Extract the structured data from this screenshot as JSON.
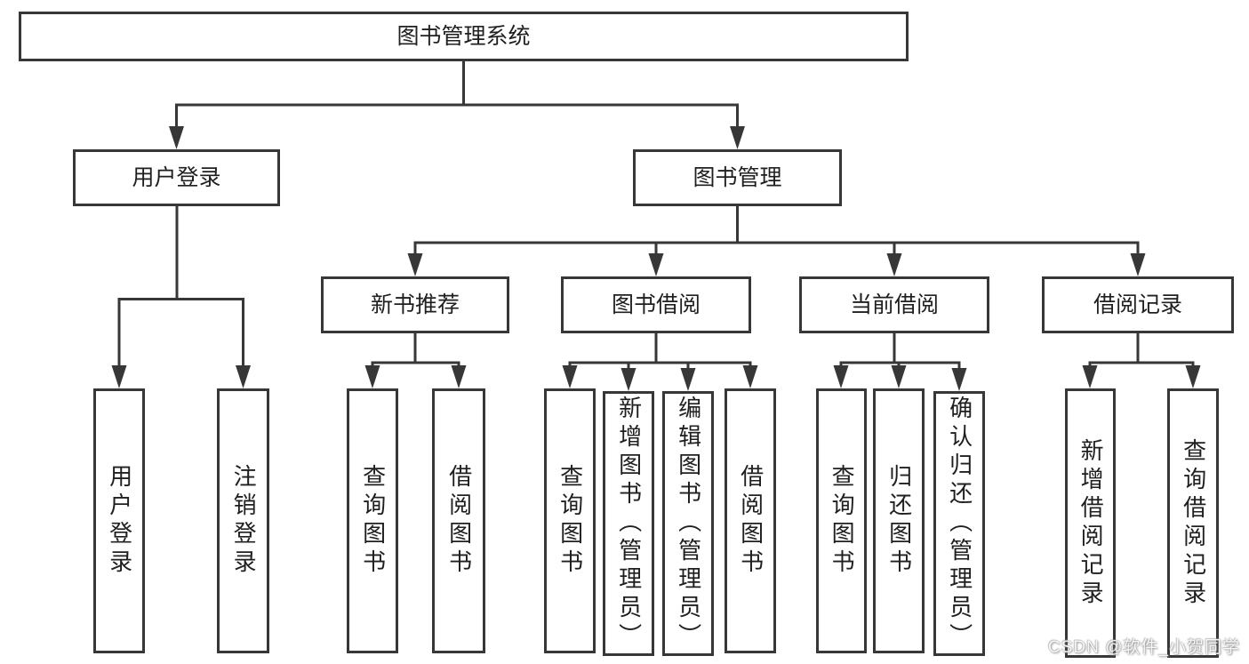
{
  "nodes": {
    "root": "图书管理系统",
    "user_login": "用户登录",
    "book_management": "图书管理",
    "new_book_recommend": "新书推荐",
    "book_borrow": "图书借阅",
    "current_borrow": "当前借阅",
    "borrow_records": "借阅记录",
    "leaf_user_login": "用户登录",
    "leaf_logout": "注销登录",
    "leaf_query_book_1": "查询图书",
    "leaf_borrow_book_1": "借阅图书",
    "leaf_query_book_2": "查询图书",
    "leaf_add_book": "新增图书（管理员）",
    "leaf_edit_book": "编辑图书（管理员）",
    "leaf_borrow_book_2": "借阅图书",
    "leaf_query_book_3": "查询图书",
    "leaf_return_book": "归还图书",
    "leaf_confirm_return": "确认归还（管理员）",
    "leaf_add_borrow_record": "新增借阅记录",
    "leaf_query_borrow_record": "查询借阅记录"
  },
  "hierarchy": {
    "root": [
      "user_login",
      "book_management"
    ],
    "user_login": [
      "leaf_user_login",
      "leaf_logout"
    ],
    "book_management": [
      "new_book_recommend",
      "book_borrow",
      "current_borrow",
      "borrow_records"
    ],
    "new_book_recommend": [
      "leaf_query_book_1",
      "leaf_borrow_book_1"
    ],
    "book_borrow": [
      "leaf_query_book_2",
      "leaf_add_book",
      "leaf_edit_book",
      "leaf_borrow_book_2"
    ],
    "current_borrow": [
      "leaf_query_book_3",
      "leaf_return_book",
      "leaf_confirm_return"
    ],
    "borrow_records": [
      "leaf_add_borrow_record",
      "leaf_query_borrow_record"
    ]
  },
  "watermark": {
    "text": "CSDN @软件_小贺同学"
  },
  "colors": {
    "line": "#373737",
    "text": "#1f1f1f",
    "background": "#ffffff",
    "watermark_text": "#ffffff"
  }
}
